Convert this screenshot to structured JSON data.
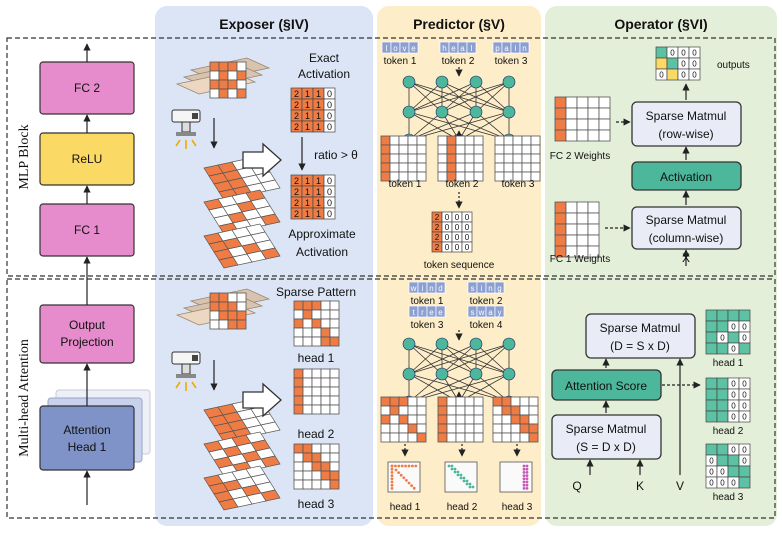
{
  "panels": {
    "exposer": "Exposer (§IV)",
    "predictor": "Predictor (§V)",
    "operator": "Operator (§VI)"
  },
  "blocks": {
    "mlp": "MLP Block",
    "attention": "Multi-head Attention"
  },
  "model": {
    "fc2": "FC 2",
    "relu": "ReLU",
    "fc1": "FC 1",
    "output_projection": [
      "Output",
      "Projection"
    ],
    "attention_head": [
      "Attention",
      "Head 1"
    ]
  },
  "exposer": {
    "exact": [
      "Exact",
      "Activation"
    ],
    "approx": [
      "Approximate",
      "Activation"
    ],
    "ratio": "ratio > θ",
    "sparse_pattern": "Sparse Pattern",
    "heads": [
      "head 1",
      "head 2",
      "head 3"
    ],
    "matrix_digits": [
      "2",
      "1",
      "1",
      "0"
    ]
  },
  "predictor": {
    "mlp_tokens": [
      {
        "word": [
          "l",
          "o",
          "v",
          "e"
        ],
        "label": "token 1"
      },
      {
        "word": [
          "h",
          "e",
          "a",
          "l"
        ],
        "label": "token 2"
      },
      {
        "word": [
          "p",
          "a",
          "i",
          "n"
        ],
        "label": "token 3"
      }
    ],
    "mlp_grid_labels": [
      "token 1",
      "token 2",
      "token 3"
    ],
    "token_sequence": "token sequence",
    "seq_digits": [
      "2",
      "0",
      "0",
      "0"
    ],
    "attn_tokens": [
      {
        "word": [
          "w",
          "i",
          "n",
          "d"
        ],
        "label": "token 1"
      },
      {
        "word": [
          "s",
          "i",
          "n",
          "g"
        ],
        "label": "token 2"
      },
      {
        "word": [
          "t",
          "r",
          "e",
          "e"
        ],
        "label": "token 3"
      },
      {
        "word": [
          "s",
          "w",
          "a",
          "y"
        ],
        "label": "token 4"
      }
    ],
    "attn_heads": [
      "head 1",
      "head 2",
      "head 3"
    ]
  },
  "operator": {
    "outputs": "outputs",
    "sparse_row": [
      "Sparse Matmul",
      "(row-wise)"
    ],
    "activation": "Activation",
    "sparse_col": [
      "Sparse Matmul",
      "(column-wise)"
    ],
    "fc2_weights": "FC 2 Weights",
    "fc1_weights": "FC 1 Weights",
    "x": "X",
    "sparse_dsd": [
      "Sparse Matmul",
      "(D = S x D)"
    ],
    "attention_score": "Attention Score",
    "sparse_sdd": [
      "Sparse Matmul",
      "(S = D x D)"
    ],
    "q": "Q",
    "k": "K",
    "v": "V",
    "heads": [
      "head 1",
      "head 2",
      "head 3"
    ],
    "zero": "0"
  },
  "colors": {
    "exposer_bg": "#dce5f5",
    "predictor_bg": "#fdedc8",
    "operator_bg": "#e4efd9",
    "fc_pink": "#e68bcb",
    "relu_yellow": "#fbd965",
    "attn_blue": "#7f93c9",
    "sparse_orange": "#f07c45",
    "teal": "#4db79b",
    "token_blue": "#8c9fd1"
  }
}
